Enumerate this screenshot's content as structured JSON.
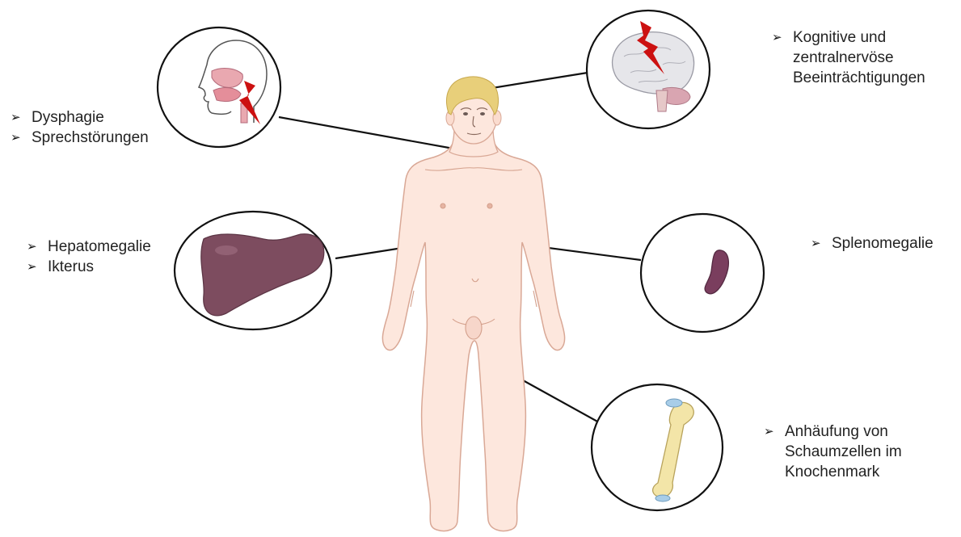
{
  "labels": {
    "mouth": [
      "Dysphagie",
      "Sprechstörungen"
    ],
    "brain": [
      "Kognitive und",
      "zentralnervöse",
      "Beeinträchtigungen"
    ],
    "liver": [
      "Hepatomegalie",
      "Ikterus"
    ],
    "spleen": [
      "Splenomegalie"
    ],
    "bone": [
      "Anhäufung von",
      "Schaumzellen im",
      "Knochenmark"
    ]
  },
  "bullet_glyph": "➢",
  "colors": {
    "skin": "#fde7dd",
    "skin_outline": "#d9a896",
    "hair": "#e8cf7a",
    "liver": "#7d4c5f",
    "spleen": "#7a3e5e",
    "bone": "#f3e5a8",
    "bone_tip": "#a8cde8",
    "brain": "#e6e6ea",
    "cerebellum": "#d9a5b1",
    "lightning": "#cc1111",
    "line": "#111111"
  }
}
